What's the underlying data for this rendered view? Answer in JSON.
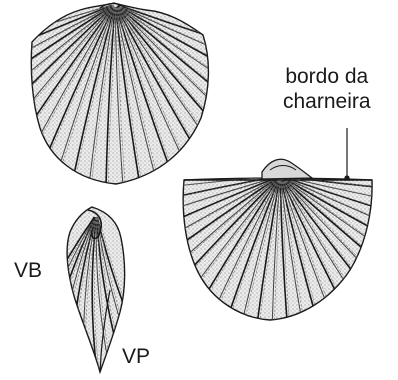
{
  "labels": {
    "hinge_line1": "bordo da",
    "hinge_line2": "charneira",
    "vb": "VB",
    "vp": "VP"
  },
  "colors": {
    "ink": "#1a1a1a",
    "shell_fill": "#e4e4e4",
    "background": "#ffffff"
  }
}
